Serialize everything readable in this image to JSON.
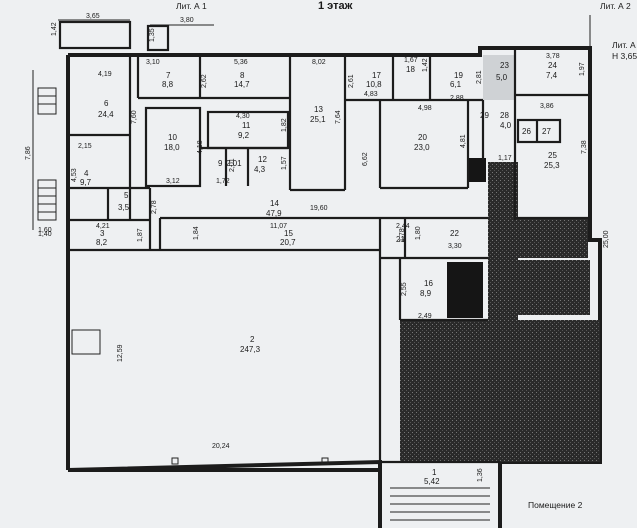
{
  "header": {
    "floor_title": "1 этаж",
    "lit_a1": "Лит. А 1",
    "lit_a2": "Лит. А 2",
    "lit_a": "Лит. А",
    "height": "H 3,65"
  },
  "caption": "Помещение 2",
  "rooms": [
    {
      "num": "1",
      "area": "5,42"
    },
    {
      "num": "2",
      "area": "247,3"
    },
    {
      "num": "3",
      "area": "8,2"
    },
    {
      "num": "4",
      "area": "9,7"
    },
    {
      "num": "5",
      "area": "3,5"
    },
    {
      "num": "6",
      "area": "24,4"
    },
    {
      "num": "7",
      "area": "8,8"
    },
    {
      "num": "8",
      "area": "14,7"
    },
    {
      "num": "9",
      "area": "2,01"
    },
    {
      "num": "10",
      "area": "18,0"
    },
    {
      "num": "11",
      "area": "9,2"
    },
    {
      "num": "12",
      "area": "4,3"
    },
    {
      "num": "13",
      "area": "25,1"
    },
    {
      "num": "14",
      "area": "47,9"
    },
    {
      "num": "15",
      "area": "20,7"
    },
    {
      "num": "16",
      "area": "8,9"
    },
    {
      "num": "17",
      "area": "10,8"
    },
    {
      "num": "18",
      "area": ""
    },
    {
      "num": "19",
      "area": "6,1"
    },
    {
      "num": "20",
      "area": "23,0"
    },
    {
      "num": "21",
      "area": ""
    },
    {
      "num": "22",
      "area": ""
    },
    {
      "num": "23",
      "area": "5,0"
    },
    {
      "num": "24",
      "area": "7,4"
    },
    {
      "num": "25",
      "area": "25,3"
    },
    {
      "num": "26",
      "area": ""
    },
    {
      "num": "27",
      "area": ""
    },
    {
      "num": "28",
      "area": "4,0"
    },
    {
      "num": "29",
      "area": ""
    }
  ],
  "dimensions": [
    "3,65",
    "1,42",
    "3,80",
    "1,35",
    "4,19",
    "3,10",
    "5,36",
    "2,62",
    "8,02",
    "2,61",
    "1,67",
    "1,42",
    "2,81",
    "3,78",
    "1,97",
    "7,60",
    "2,15",
    "4,53",
    "4,18",
    "4,30",
    "1,82",
    "4,83",
    "4,98",
    "2,88",
    "3,86",
    "7,38",
    "6,62",
    "7,64",
    "4,81",
    "1,17",
    "3,12",
    "1,72",
    "1,57",
    "2,01",
    "2,78",
    "19,60",
    "11,07",
    "1,84",
    "1,87",
    "4,21",
    "1,60",
    "2,44",
    "1,78",
    "1,80",
    "3,30",
    "25,00",
    "2,55",
    "2,49",
    "12,59",
    "20,24",
    "1,36",
    "7,86",
    "1,40"
  ]
}
